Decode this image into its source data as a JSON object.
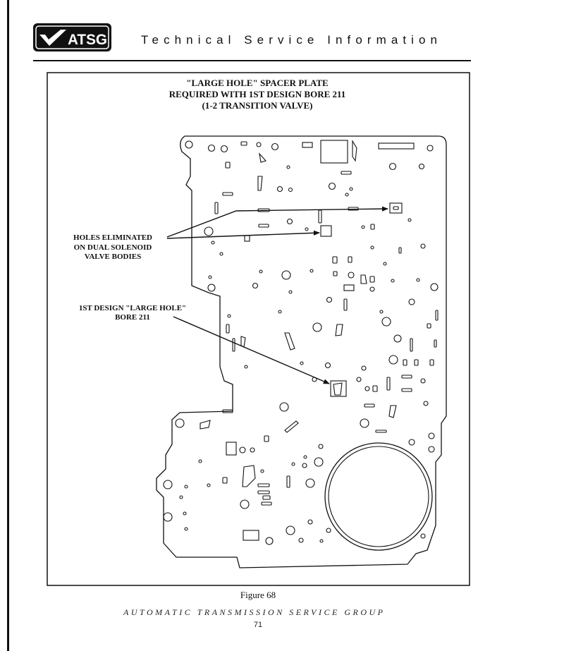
{
  "header": {
    "logo_text": "ATSG",
    "title": "Technical Service Information"
  },
  "figure": {
    "title_lines": [
      "\"LARGE HOLE\" SPACER PLATE",
      "REQUIRED WITH 1ST DESIGN BORE 211",
      "(1-2 TRANSITION VALVE)"
    ],
    "callouts": {
      "holes_eliminated": [
        "HOLES ELIMINATED",
        "ON DUAL SOLENOID",
        "VALVE BODIES"
      ],
      "large_hole": [
        "1ST DESIGN \"LARGE HOLE\"",
        "BORE 211"
      ]
    },
    "caption": "Figure 68"
  },
  "footer": {
    "org": "AUTOMATIC TRANSMISSION SERVICE GROUP",
    "page": "71"
  }
}
